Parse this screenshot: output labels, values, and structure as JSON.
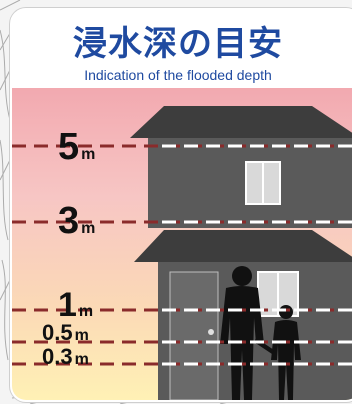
{
  "title": "浸水深の目安",
  "subtitle": "Indication of the flooded depth",
  "levels": [
    {
      "value": "5",
      "unit": "m"
    },
    {
      "value": "3",
      "unit": "m"
    },
    {
      "value": "1",
      "unit": "m"
    },
    {
      "value": "0.5",
      "unit": "m"
    },
    {
      "value": "0.3",
      "unit": "m"
    }
  ],
  "colors": {
    "title_blue": "#1f4aa0",
    "band_top": "#f2a9b0",
    "band_mid": "#f7c6c4",
    "band_low": "#fbd9b6",
    "band_bottom": "#fff1b5",
    "dash_dark": "#8a2b2b",
    "dash_light": "#ffffff",
    "house": "#5a5a5a",
    "roof": "#3d3d3d",
    "silhouette": "#111111"
  }
}
